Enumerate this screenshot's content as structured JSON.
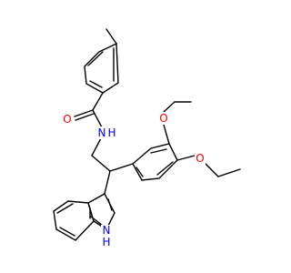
{
  "colors": {
    "background": "#ffffff",
    "bond": "#000000",
    "carbon": "#000000",
    "oxygen": "#ff0000",
    "nitrogen": "#0000ff"
  },
  "atoms": {
    "amide_O": "O",
    "amide_N": "N",
    "amide_H": "H",
    "methoxy_O": "O",
    "ethoxy_O": "O",
    "indole_N": "N",
    "indole_H": "H"
  }
}
